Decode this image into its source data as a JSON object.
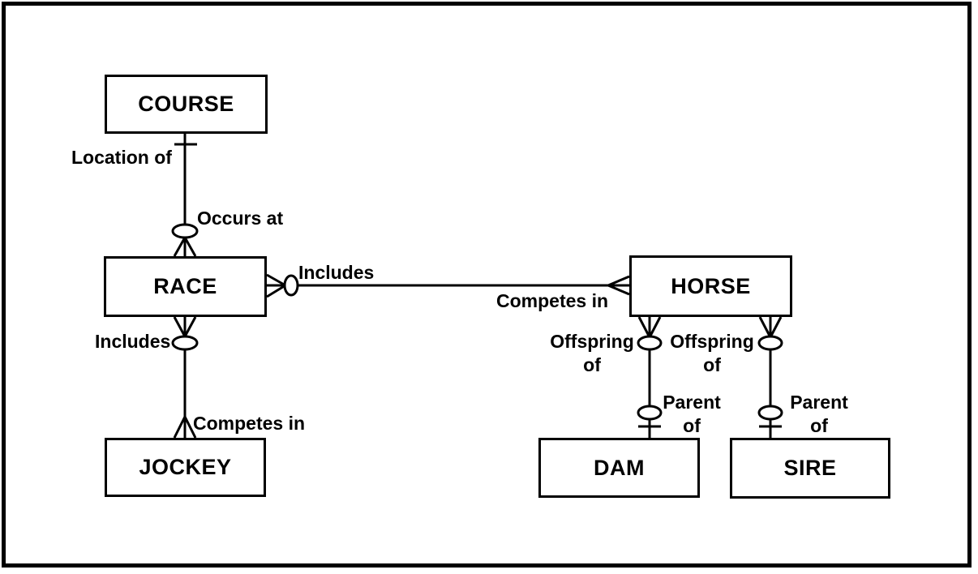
{
  "diagram": {
    "kind": "entity-relationship-diagram",
    "notation": "crow-foot",
    "colors": {
      "foreground": "#000000",
      "background": "#ffffff"
    },
    "entities": {
      "course": {
        "label": "COURSE"
      },
      "race": {
        "label": "RACE"
      },
      "jockey": {
        "label": "JOCKEY"
      },
      "horse": {
        "label": "HORSE"
      },
      "dam": {
        "label": "DAM"
      },
      "sire": {
        "label": "SIRE"
      }
    },
    "labels": {
      "location_of": "Location of",
      "occurs_at": "Occurs at",
      "includes_race_jockey": "Includes",
      "includes_race_horse": "Includes",
      "competes_in_jockey": "Competes in",
      "competes_in_horse": "Competes in",
      "offspring_of_dam": "Offspring of",
      "offspring_of_sire": "Offspring of",
      "parent_of_dam": "Parent of",
      "parent_of_sire": "Parent of"
    },
    "relationships": [
      {
        "from": "COURSE",
        "to": "RACE",
        "from_label": "Location of",
        "to_label": "Occurs at",
        "from_cardinality": "exactly-one (bar)",
        "to_cardinality": "zero-or-many (circle + crow-foot)"
      },
      {
        "from": "RACE",
        "to": "JOCKEY",
        "from_label": "Includes",
        "to_label": "Competes in",
        "from_cardinality": "zero-or-many (circle + crow-foot)",
        "to_cardinality": "many (crow-foot)"
      },
      {
        "from": "RACE",
        "to": "HORSE",
        "from_label": "Includes",
        "to_label": "Competes in",
        "from_cardinality": "zero-or-many (circle + crow-foot)",
        "to_cardinality": "many (crow-foot)"
      },
      {
        "from": "HORSE",
        "to": "DAM",
        "from_label": "Offspring of",
        "to_label": "Parent of",
        "from_cardinality": "zero-or-many (circle + crow-foot)",
        "to_cardinality": "zero-or-one (circle + bar)"
      },
      {
        "from": "HORSE",
        "to": "SIRE",
        "from_label": "Offspring of",
        "to_label": "Parent of",
        "from_cardinality": "zero-or-many (circle + crow-foot)",
        "to_cardinality": "zero-or-one (circle + bar)"
      }
    ]
  }
}
